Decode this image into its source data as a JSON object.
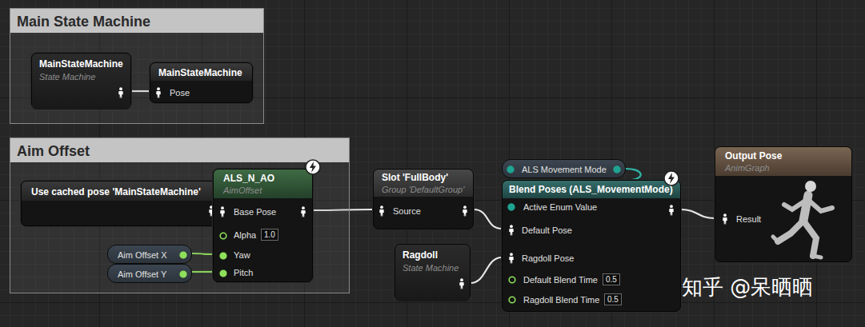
{
  "diagram": {
    "nodes": [
      {
        "text": [
          "Main State Machine"
        ]
      },
      {
        "text": [
          "MainStateMachine",
          "State Machine"
        ],
        "in": 0
      },
      {
        "text": [
          "MainStateMachine",
          "Pose"
        ],
        "in": 0
      },
      {
        "text": [
          "Aim Offset"
        ]
      },
      {
        "text": [
          "Use cached pose 'MainStateMachine'"
        ],
        "in": 3
      },
      {
        "text": [
          "ALS_N_AO",
          "AimOffset",
          "Base Pose",
          "Alpha",
          "1.0",
          "Yaw",
          "Pitch"
        ],
        "in": 3
      },
      {
        "text": [
          "Aim Offset X"
        ],
        "in": 3
      },
      {
        "text": [
          "Aim Offset Y"
        ],
        "in": 3
      },
      {
        "text": [
          "Slot 'FullBody'",
          "Group 'DefaultGroup'",
          "Source"
        ]
      },
      {
        "text": [
          "ALS Movement Mode"
        ]
      },
      {
        "text": [
          "Blend Poses (ALS_MovementMode)",
          "Active Enum Value",
          "Default Pose",
          "Ragdoll Pose",
          "Default Blend Time",
          "0.5",
          "Ragdoll Blend Time",
          "0.5"
        ]
      },
      {
        "text": [
          "Ragdoll",
          "State Machine"
        ]
      },
      {
        "text": [
          "Output Pose",
          "AnimGraph",
          "Result"
        ]
      }
    ],
    "edges": [
      {
        "from": 1,
        "to": 2,
        "arrow": "none"
      },
      {
        "from": 4,
        "to": 5,
        "arrow": "none"
      },
      {
        "from": 6,
        "to": 5,
        "arrow": "none"
      },
      {
        "from": 7,
        "to": 5,
        "arrow": "none"
      },
      {
        "from": 5,
        "to": 8,
        "arrow": "none"
      },
      {
        "from": 8,
        "to": 10,
        "arrow": "none"
      },
      {
        "from": 9,
        "to": 10,
        "arrow": "none"
      },
      {
        "from": 11,
        "to": 10,
        "arrow": "none"
      },
      {
        "from": 10,
        "to": 12,
        "arrow": "none"
      }
    ],
    "labels": [
      "知乎 @呆晒晒"
    ]
  }
}
